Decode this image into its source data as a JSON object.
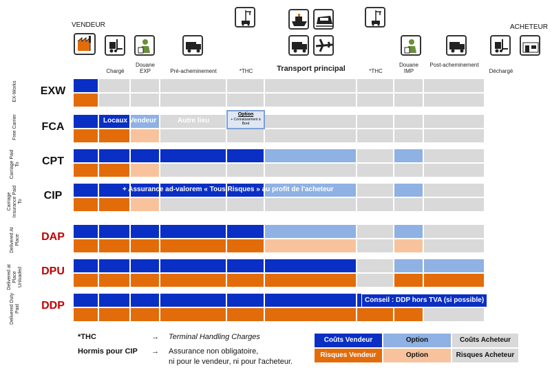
{
  "header": {
    "seller_label": "VENDEUR",
    "buyer_label": "ACHETEUR",
    "columns": [
      "Chargé",
      "Douane EXP",
      "Pré-acheminement",
      "*THC",
      "Transport principal",
      "*THC",
      "Douane IMP",
      "Post-acheminement",
      "Déchargé"
    ],
    "icons": [
      {
        "name": "factory-icon"
      },
      {
        "name": "forklift-icon"
      },
      {
        "name": "customs-officer-icon"
      },
      {
        "name": "truck-icon"
      },
      {
        "name": "crane-icon"
      },
      {
        "name": "ship-icon"
      },
      {
        "name": "train-icon"
      },
      {
        "name": "truck-icon"
      },
      {
        "name": "plane-icon"
      },
      {
        "name": "crane-icon"
      },
      {
        "name": "customs-officer-icon"
      },
      {
        "name": "truck-icon"
      },
      {
        "name": "forklift-icon"
      },
      {
        "name": "warehouse-icon"
      }
    ]
  },
  "colors": {
    "seller_cost": "#0a2fc4",
    "option_cost": "#8fb1e3",
    "buyer_cost": "#d9d9d9",
    "seller_risk": "#e36c0a",
    "option_risk": "#f8c39c",
    "buyer_risk": "#d9d9d9",
    "dap_red": "#c00000"
  },
  "incoterms": [
    {
      "code": "EXW",
      "name": "EX-Works",
      "red": false,
      "costs": [
        "S",
        "B",
        "B",
        "B",
        "B",
        "B",
        "B",
        "B",
        "B"
      ],
      "risks": [
        "S",
        "B",
        "B",
        "B",
        "B",
        "B",
        "B",
        "B",
        "B"
      ]
    },
    {
      "code": "FCA",
      "name": "Free Carrier",
      "red": false,
      "costs": [
        "S",
        "S",
        "O",
        "Ob",
        "B",
        "B",
        "B",
        "B",
        "B"
      ],
      "risks": [
        "S",
        "S",
        "Or",
        "B",
        "B",
        "B",
        "B",
        "B",
        "B"
      ],
      "overlays": [
        "Locaux Vendeur",
        "Autre lieu"
      ],
      "option_box": {
        "title": "Option",
        "text": "+ Connaissement à Bord"
      }
    },
    {
      "code": "CPT",
      "name": "Carriage Paid To",
      "red": false,
      "costs": [
        "S",
        "S",
        "S",
        "S",
        "S",
        "O",
        "B",
        "O",
        "B"
      ],
      "risks": [
        "S",
        "S",
        "Or",
        "B",
        "B",
        "B",
        "B",
        "B",
        "B"
      ]
    },
    {
      "code": "CIP",
      "name": "Carriage Insurance Paid To",
      "red": false,
      "costs": [
        "S",
        "S",
        "S",
        "S",
        "S",
        "O",
        "B",
        "O",
        "B"
      ],
      "risks": [
        "S",
        "S",
        "Or",
        "B",
        "B",
        "B",
        "B",
        "B",
        "B"
      ],
      "overlay": "+ Assurance ad-valorem « Tous Risques » au profit de l'acheteur"
    },
    {
      "code": "DAP",
      "name": "Delivered At Place",
      "red": true,
      "costs": [
        "S",
        "S",
        "S",
        "S",
        "S",
        "O",
        "B",
        "O",
        "B"
      ],
      "risks": [
        "S",
        "S",
        "S",
        "S",
        "S",
        "Or",
        "B",
        "Or",
        "B"
      ]
    },
    {
      "code": "DPU",
      "name": "Delivered at Place Unloaded",
      "red": true,
      "costs": [
        "S",
        "S",
        "S",
        "S",
        "S",
        "S",
        "B",
        "O",
        "O"
      ],
      "risks": [
        "S",
        "S",
        "S",
        "S",
        "S",
        "S",
        "B",
        "S",
        "S"
      ]
    },
    {
      "code": "DDP",
      "name": "Delivered Duty Paid",
      "red": true,
      "costs": [
        "S",
        "S",
        "S",
        "S",
        "S",
        "S",
        "S",
        "S",
        "B"
      ],
      "risks": [
        "S",
        "S",
        "S",
        "S",
        "S",
        "S",
        "S",
        "S",
        "B"
      ],
      "overlay": "Conseil : DDP hors TVA (si possible)"
    }
  ],
  "notes": {
    "thc_key": "*THC",
    "thc_arrow": "→",
    "thc_value": "Terminal Handling Charges",
    "cip_key": "Hormis pour CIP",
    "cip_arrow": "→",
    "cip_value_1": "Assurance non obligatoire,",
    "cip_value_2": "ni pour le vendeur, ni pour l'acheteur."
  },
  "legend": {
    "seller_costs": "Coûts Vendeur",
    "option": "Option",
    "buyer_costs": "Coûts Acheteur",
    "seller_risks": "Risques Vendeur",
    "option_risk": "Option",
    "buyer_risks": "Risques Acheteur"
  }
}
